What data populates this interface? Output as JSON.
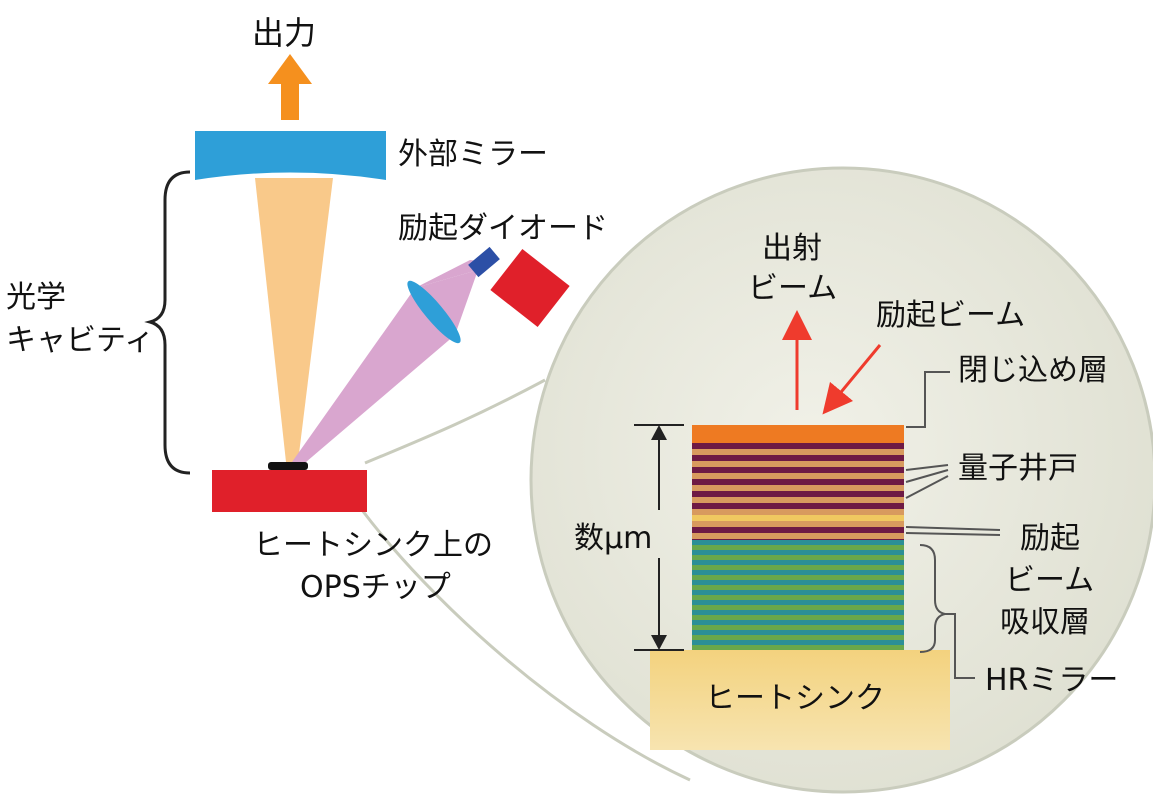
{
  "labels": {
    "output": "出力",
    "external_mirror": "外部ミラー",
    "pump_diode": "励起ダイオード",
    "optical_cavity": [
      "光学",
      "キャビティ"
    ],
    "ops_chip": [
      "ヒートシンク上の",
      "OPSチップ"
    ],
    "emission_beam": [
      "出射",
      "ビーム"
    ],
    "pump_beam": "励起ビーム",
    "confinement_layer": "閉じ込め層",
    "quantum_well": "量子井戸",
    "pump_absorption_layer": [
      "励起",
      "ビーム",
      "吸収層"
    ],
    "thickness": "数μm",
    "hr_mirror": "HRミラー",
    "heatsink": "ヒートシンク"
  },
  "colors": {
    "output_arrow": "#f5901e",
    "mirror": "#2e9fd8",
    "cavity_beam": "#f9c98a",
    "pump_beam": "#d9a6cf",
    "lens": "#2e9fd8",
    "diode_body": "#e0202a",
    "diode_tip": "#2c4fa6",
    "chip": "#e0202a",
    "magnifier_fill": "#e8e8de",
    "magnifier_edge": "#c9ccbd",
    "top_layer": "#ee7a22",
    "stripe_dark": "#6e1a44",
    "stripe_light": "#d89a5e",
    "stripe_yellow": "#f0c860",
    "absorber_green": "#6aa74a",
    "absorber_teal": "#2c8f96",
    "heatsink": "#f1cf7d",
    "red_arrow": "#ef3b2d"
  }
}
